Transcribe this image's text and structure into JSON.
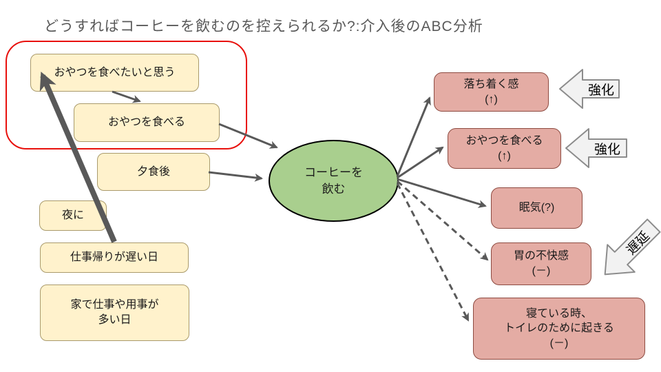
{
  "title": "どうすればコーヒーを飲むのを控えられるか?:介入後のABC分析",
  "antecedents": {
    "snack_urge": {
      "label": "おやつを食べたいと思う"
    },
    "snack_eat": {
      "label": "おやつを食べる"
    },
    "after_dinner": {
      "label": "夕食後"
    },
    "at_night": {
      "label": "夜に"
    },
    "late_work_day": {
      "label": "仕事帰りが遅い日"
    },
    "busy_home_day": {
      "line1": "家で仕事や用事が",
      "line2": "多い日"
    }
  },
  "behavior": {
    "line1": "コーヒーを",
    "line2": "飲む"
  },
  "consequences": {
    "calm": {
      "line1": "落ち着く感",
      "line2": "(↑)"
    },
    "snack_up": {
      "line1": "おやつを食べる",
      "line2": "(↑)"
    },
    "sleepy": {
      "line1": "眠気(?)"
    },
    "stomach": {
      "line1": "胃の不快感",
      "line2": "(－)"
    },
    "toilet": {
      "line1": "寝ている時、",
      "line2": "トイレのために起きる",
      "line3": "(－)"
    }
  },
  "tags": {
    "reinforce_1": "強化",
    "reinforce_2": "強化",
    "delay": "遅延"
  },
  "colors": {
    "title_gray": "#595959",
    "antecedent_fill": "#fff2cc",
    "behavior_fill": "#a9cf8e",
    "consequence_fill": "#e4aca4",
    "highlight_red": "#e8100c",
    "arrow_gray": "#595959",
    "tag_fill": "#f2f2f2"
  }
}
